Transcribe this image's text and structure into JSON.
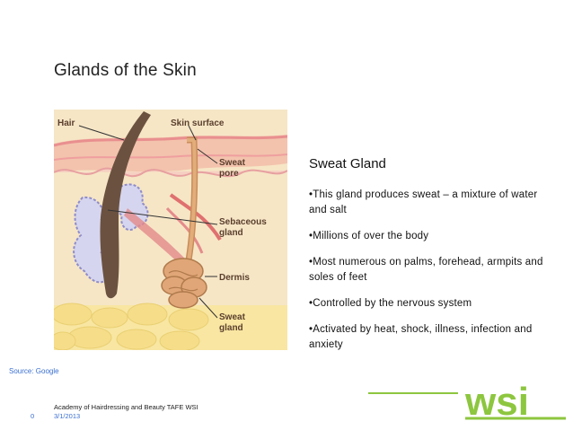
{
  "title": "Glands of the Skin",
  "diagram": {
    "labels": {
      "hair": "Hair",
      "skin_surface": "Skin surface",
      "sweat_pore_1": "Sweat",
      "sweat_pore_2": "pore",
      "sebaceous_1": "Sebaceous",
      "sebaceous_2": "gland",
      "dermis": "Dermis",
      "sweat_gland_1": "Sweat",
      "sweat_gland_2": "gland"
    },
    "colors": {
      "background": "#f6e6c6",
      "epidermis": "#f2b9a4",
      "hair": "#6b5240",
      "sweat_duct": "#d9a06a",
      "fat": "#f6dd8a",
      "sebaceous": "#b8b6df"
    }
  },
  "content": {
    "heading": "Sweat Gland",
    "bullets": [
      "•This gland produces sweat – a mixture of water and salt",
      "•Millions of over the body",
      "•Most numerous on palms, forehead, armpits and soles of feet",
      "•Controlled by the nervous system",
      "•Activated by heat, shock, illness, infection and anxiety"
    ]
  },
  "source": "Source: Google",
  "footer": {
    "org": "Academy of Hairdressing and Beauty TAFE WSI",
    "slide_number": "0",
    "date": "3/1/2013"
  },
  "logo": {
    "text": "wsi",
    "accent_color": "#8dc63f"
  }
}
